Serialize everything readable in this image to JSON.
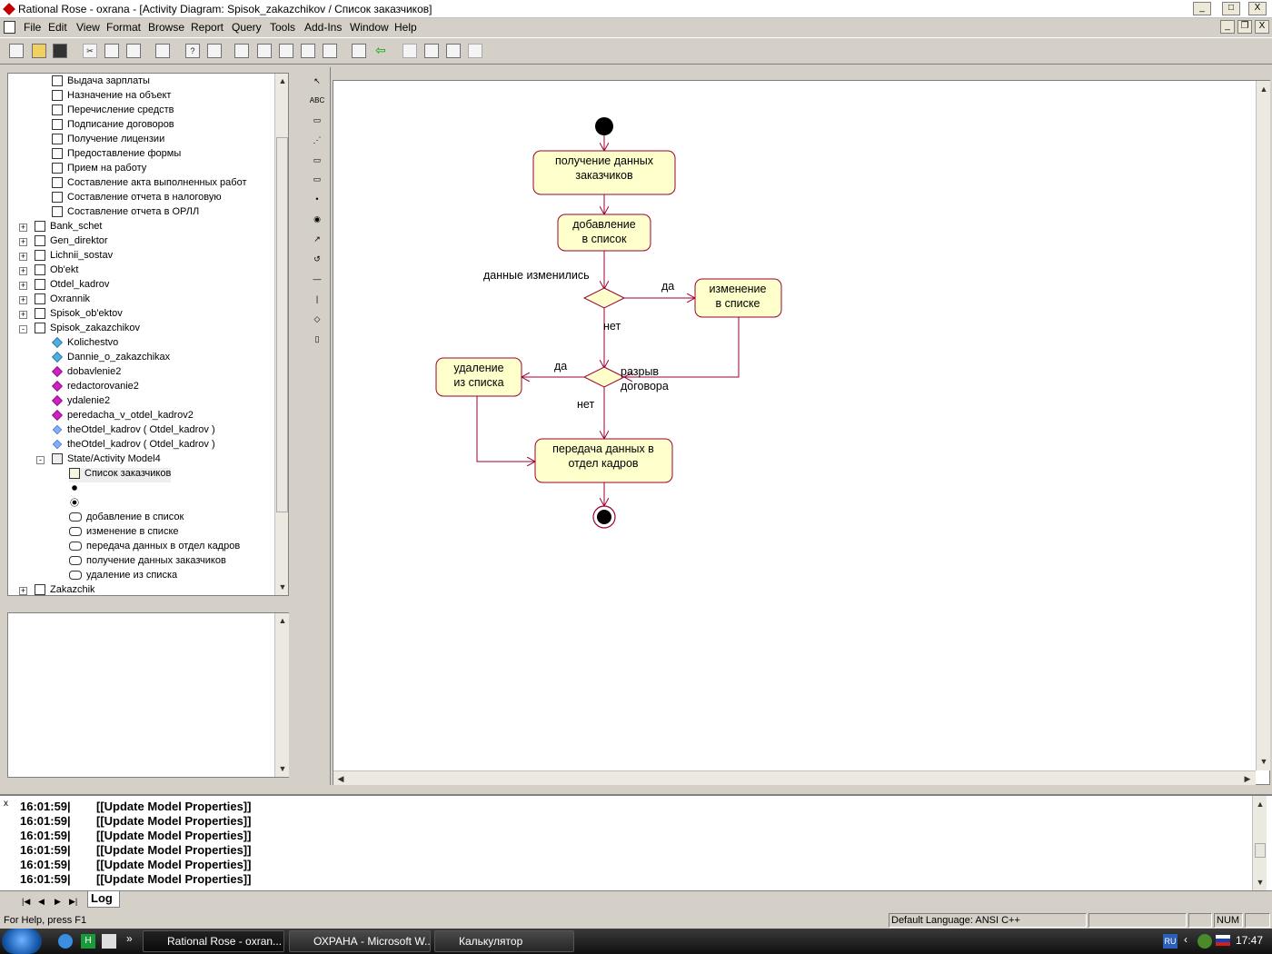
{
  "window": {
    "title": "Rational Rose - oxrana - [Activity Diagram: Spisok_zakazchikov / Список заказчиков]",
    "minimize": "_",
    "maximize": "□",
    "close": "X",
    "child_minimize": "_",
    "child_restore": "❐",
    "child_close": "X"
  },
  "menu": [
    "File",
    "Edit",
    "View",
    "Format",
    "Browse",
    "Report",
    "Query",
    "Tools",
    "Add-Ins",
    "Window",
    "Help"
  ],
  "tree": {
    "items": [
      {
        "label": "Выдача зарплаты",
        "icon": "activity-icon"
      },
      {
        "label": "Назначение на объект",
        "icon": "activity-icon"
      },
      {
        "label": "Перечисление средств",
        "icon": "activity-icon"
      },
      {
        "label": "Подписание договоров",
        "icon": "activity-icon"
      },
      {
        "label": "Получение лицензии",
        "icon": "activity-icon"
      },
      {
        "label": "Предоставление формы",
        "icon": "activity-icon"
      },
      {
        "label": "Прием на работу",
        "icon": "activity-icon"
      },
      {
        "label": "Составление акта выполненных работ",
        "icon": "activity-icon"
      },
      {
        "label": "Составление отчета в налоговую",
        "icon": "activity-icon"
      },
      {
        "label": "Составление отчета в ОРЛЛ",
        "icon": "activity-icon"
      },
      {
        "label": "Bank_schet",
        "icon": "class-icon"
      },
      {
        "label": "Gen_direktor",
        "icon": "class-icon"
      },
      {
        "label": "Lichnii_sostav",
        "icon": "class-icon"
      },
      {
        "label": "Ob'ekt",
        "icon": "class-icon"
      },
      {
        "label": "Otdel_kadrov",
        "icon": "class-icon"
      },
      {
        "label": "Oxrannik",
        "icon": "class-icon"
      },
      {
        "label": "Spisok_ob'ektov",
        "icon": "class-icon"
      },
      {
        "label": "Spisok_zakazchikov",
        "icon": "class-icon"
      },
      {
        "label": "Kolichestvo",
        "icon": "attribute-icon"
      },
      {
        "label": "Dannie_o_zakazchikax",
        "icon": "attribute-icon"
      },
      {
        "label": "dobavlenie2",
        "icon": "operation-icon"
      },
      {
        "label": "redactorovanie2",
        "icon": "operation-icon"
      },
      {
        "label": "ydalenie2",
        "icon": "operation-icon"
      },
      {
        "label": "peredacha_v_otdel_kadrov2",
        "icon": "operation-icon"
      },
      {
        "label": "theOtdel_kadrov ( Otdel_kadrov )",
        "icon": "association-icon"
      },
      {
        "label": "theOtdel_kadrov ( Otdel_kadrov )",
        "icon": "association-icon"
      },
      {
        "label": "State/Activity Model4",
        "icon": "state-model-icon"
      },
      {
        "label": "Список заказчиков",
        "icon": "diagram-icon"
      },
      {
        "label": "",
        "icon": "start-state-icon"
      },
      {
        "label": "",
        "icon": "end-state-icon"
      },
      {
        "label": "добавление в список",
        "icon": "activity-state-icon"
      },
      {
        "label": "изменение в списке",
        "icon": "activity-state-icon"
      },
      {
        "label": "передача данных в отдел кадров",
        "icon": "activity-state-icon"
      },
      {
        "label": "получение данных заказчиков",
        "icon": "activity-state-icon"
      },
      {
        "label": "удаление из списка",
        "icon": "activity-state-icon"
      },
      {
        "label": "Zakazchik",
        "icon": "class-icon"
      }
    ]
  },
  "diagram": {
    "activities": {
      "receive": "получение данных\nзаказчиков",
      "add": "добавление\nв список",
      "change": "изменение\nв списке",
      "delete": "удаление\nиз списка",
      "transfer": "передача данных в\nотдел кадров"
    },
    "guards": {
      "changed": "данные изменились",
      "yes1": "да",
      "no1": "нет",
      "yes2": "да",
      "break": "разрыв\nдоговора",
      "no2": "нет"
    },
    "colors": {
      "fill": "#ffffcc",
      "stroke": "#990033",
      "node": "#000000"
    }
  },
  "log": {
    "lines": [
      {
        "time": "16:01:59|",
        "msg": "[[Update Model Properties]]"
      },
      {
        "time": "16:01:59|",
        "msg": "[[Update Model Properties]]"
      },
      {
        "time": "16:01:59|",
        "msg": "[[Update Model Properties]]"
      },
      {
        "time": "16:01:59|",
        "msg": "[[Update Model Properties]]"
      },
      {
        "time": "16:01:59|",
        "msg": "[[Update Model Properties]]"
      },
      {
        "time": "16:01:59|",
        "msg": "[[Update Model Properties]]"
      }
    ],
    "tab": "Log"
  },
  "status": {
    "help": "For Help, press F1",
    "language": "Default Language: ANSI C++",
    "num": "NUM"
  },
  "taskbar": {
    "tasks": [
      "Rational Rose - oxran...",
      "ОХРАНА - Microsoft W...",
      "Калькулятор"
    ],
    "lang": "RU",
    "clock": "17:47",
    "more": "»"
  }
}
